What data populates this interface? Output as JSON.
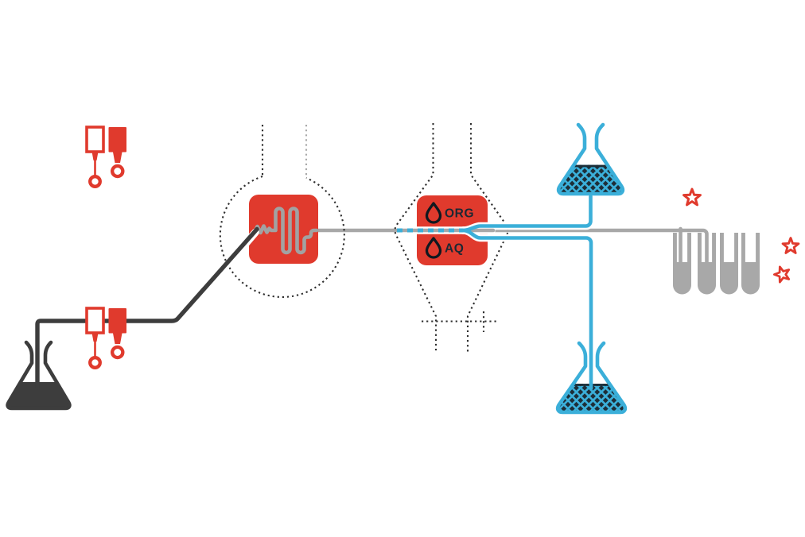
{
  "diagram": {
    "type": "flow-chemistry-schematic",
    "labels": {
      "organic": "ORG",
      "aqueous": "AQ"
    },
    "colors": {
      "red": "#e03a2d",
      "blue": "#3bafd9",
      "navy": "#1d2e38",
      "gray": "#a8a8a8",
      "dark_gray": "#3d3d3d",
      "outline_dot": "#2e2e2e",
      "background": "#ffffff"
    },
    "icons": {
      "pump": "dual-piston-pump-icon",
      "reactor": "coil-reactor-chip-icon",
      "separator": "membrane-separator-chip-icon",
      "droplet": "droplet-icon",
      "star": "star-icon",
      "feed_flask": "erlenmeyer-flask-icon",
      "collection_flask": "erlenmeyer-flask-icon",
      "test_tube": "test-tube-icon"
    }
  }
}
